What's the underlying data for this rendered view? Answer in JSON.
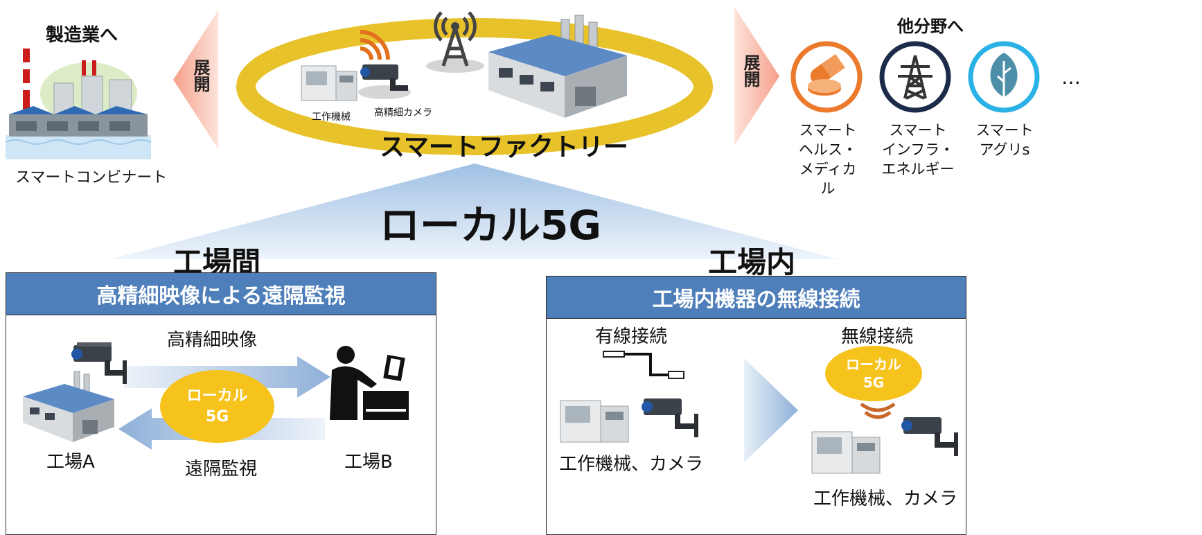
{
  "top": {
    "left_title": "製造業へ",
    "right_title": "他分野へ",
    "left_expand": "展開",
    "right_expand": "展開",
    "left_caption": "スマートコンビナート",
    "factory_label": "スマートファクトリー",
    "machine_label": "工作機械",
    "camera_label": "高精細カメラ",
    "ellipsis": "…",
    "fields": [
      {
        "lines": [
          "スマート",
          "ヘルス・",
          "メディカル"
        ],
        "icon": "pill-icon",
        "color": "#ec7a2c"
      },
      {
        "lines": [
          "スマート",
          "インフラ・",
          "エネルギー"
        ],
        "icon": "power-tower-icon",
        "color": "#1c2b4a"
      },
      {
        "lines": [
          "スマート",
          "アグリs"
        ],
        "icon": "leaf-icon",
        "color": "#2ab2e6"
      }
    ]
  },
  "center": {
    "title": "ローカル5G",
    "left_heading": "工場間",
    "right_heading": "工場内"
  },
  "left_panel": {
    "header": "高精細映像による遠隔監視",
    "top_label": "高精細映像",
    "bottom_label": "遠隔監視",
    "badge_line1": "ローカル",
    "badge_line2": "5G",
    "factory_a": "工場A",
    "factory_b": "工場B"
  },
  "right_panel": {
    "header": "工場内機器の無線接続",
    "wired_label": "有線接続",
    "wireless_label": "無線接続",
    "badge_line1": "ローカル",
    "badge_line2": "5G",
    "left_caption": "工作機械、カメラ",
    "right_caption": "工作機械、カメラ"
  },
  "colors": {
    "ring": "#e8c22a",
    "badge": "#f6c21c",
    "header": "#4f7fba",
    "arrow_pink": "#f5a08a",
    "arrow_blue": "#8fb0d8"
  }
}
